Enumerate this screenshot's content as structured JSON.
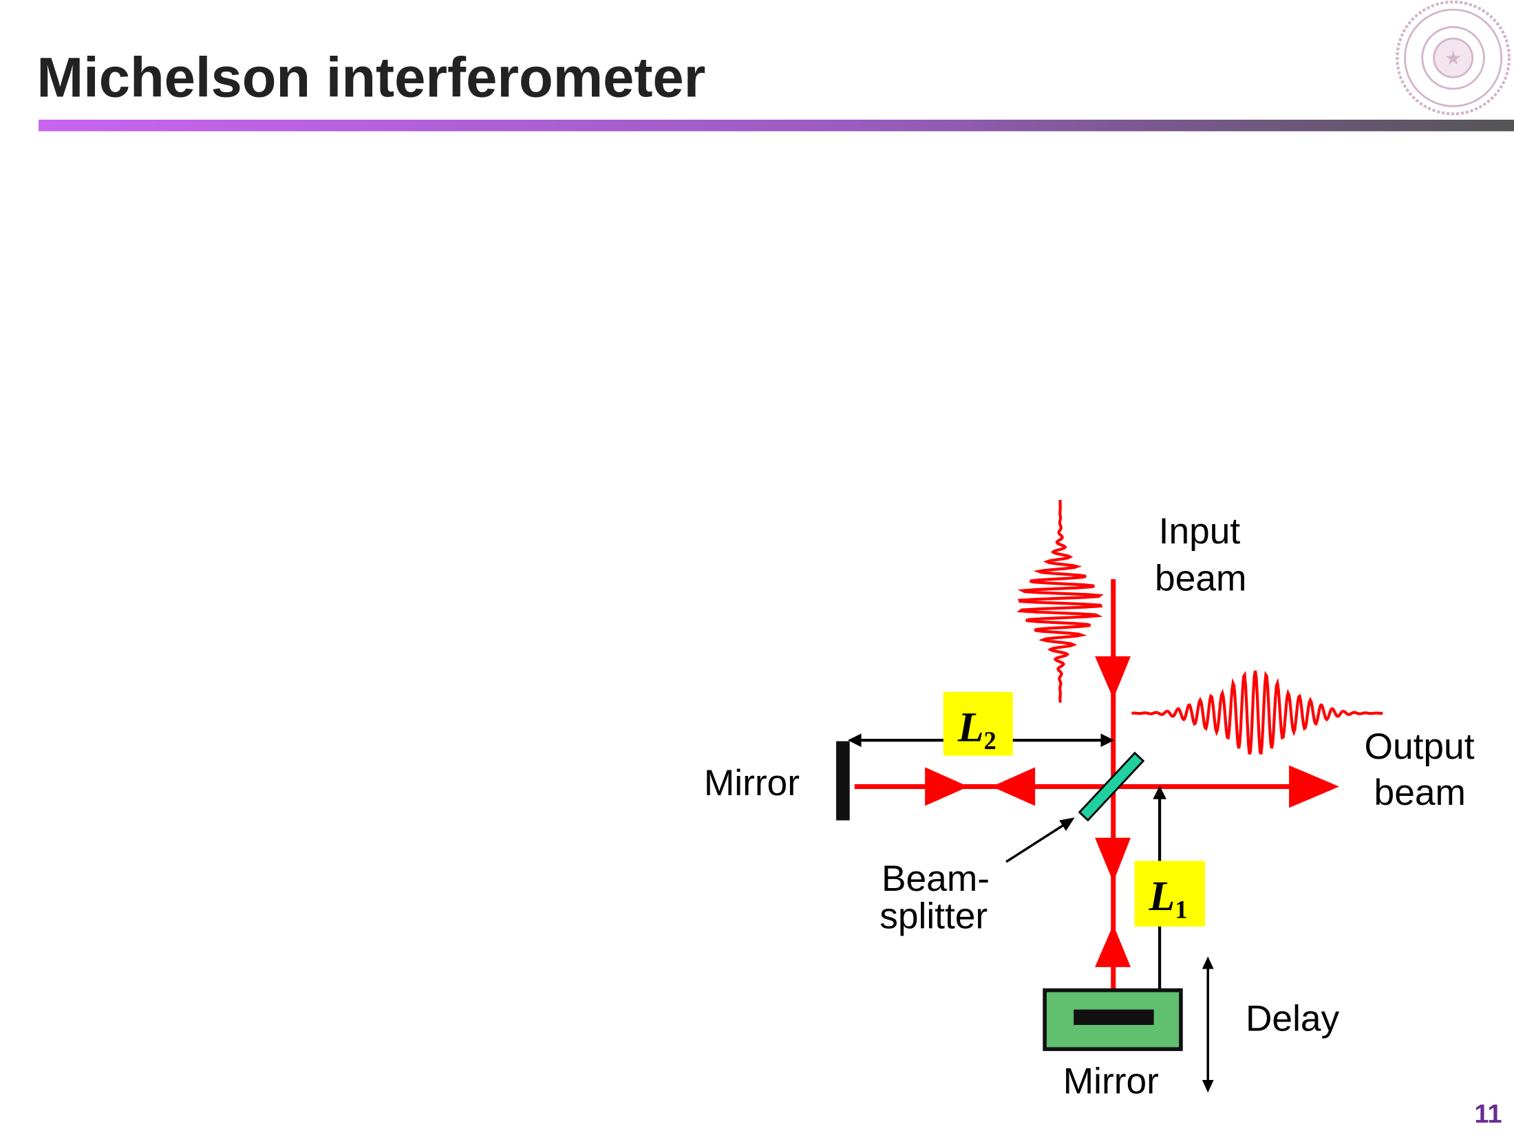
{
  "slide": {
    "title": "Michelson interferometer",
    "page_number": "11",
    "accent_gradient": [
      "#c864f0",
      "#555555"
    ],
    "page_number_color": "#6a2c91",
    "logo": "university-seal"
  },
  "diagram": {
    "labels": {
      "input_line1": "Input",
      "input_line2": "beam",
      "output_line1": "Output",
      "output_line2": "beam",
      "mirror_left": "Mirror",
      "mirror_bottom": "Mirror",
      "splitter_line1": "Beam-",
      "splitter_line2": "splitter",
      "delay": "Delay",
      "l1_var": "L",
      "l1_sub": "1",
      "l2_var": "L",
      "l2_sub": "2"
    },
    "colors": {
      "beam": "#ff0000",
      "beam_splitter": "#20d0a0",
      "label_box": "#ffff00",
      "delay_stage": "#60c070"
    }
  }
}
